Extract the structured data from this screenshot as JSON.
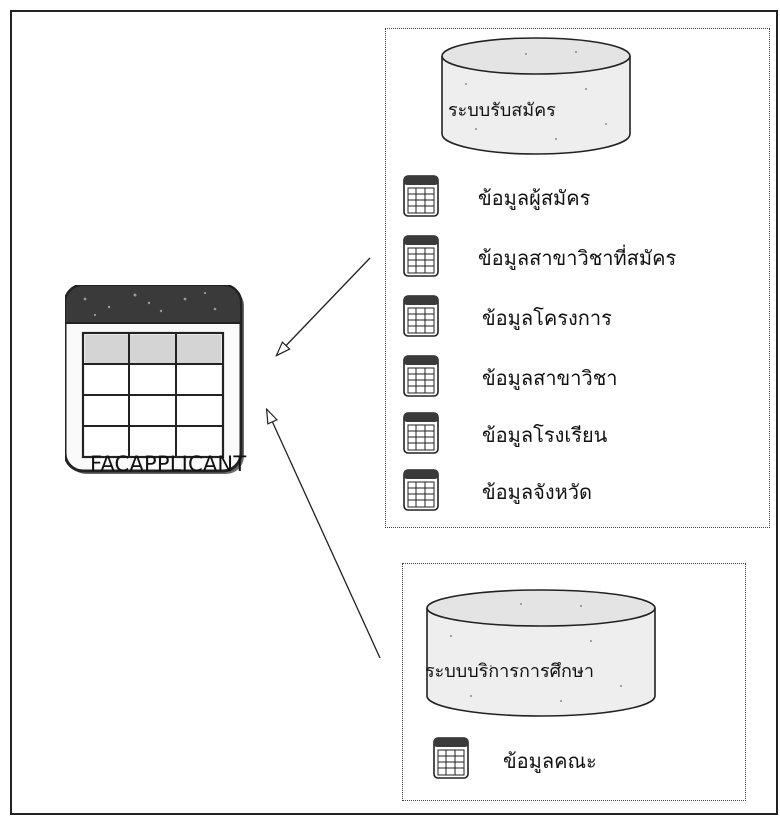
{
  "target_table": {
    "name": "FACAPPLICANT",
    "icon": "table-icon"
  },
  "sources": [
    {
      "database": "ระบบรับสมัคร",
      "icon": "database-cylinder-icon",
      "tables": [
        "ข้อมูลผู้สมัคร",
        "ข้อมูลสาขาวิชาที่สมัคร",
        "ข้อมูลโครงการ",
        "ข้อมูลสาขาวิชา",
        "ข้อมูลโรงเรียน",
        "ข้อมูลจังหวัด"
      ]
    },
    {
      "database": "ระบบบริการการศึกษา",
      "icon": "database-cylinder-icon",
      "tables": [
        "ข้อมูลคณะ"
      ]
    }
  ],
  "colors": {
    "stroke": "#222222",
    "fill_light": "#f2f2f2",
    "fill_dark": "#3a3a3a"
  }
}
